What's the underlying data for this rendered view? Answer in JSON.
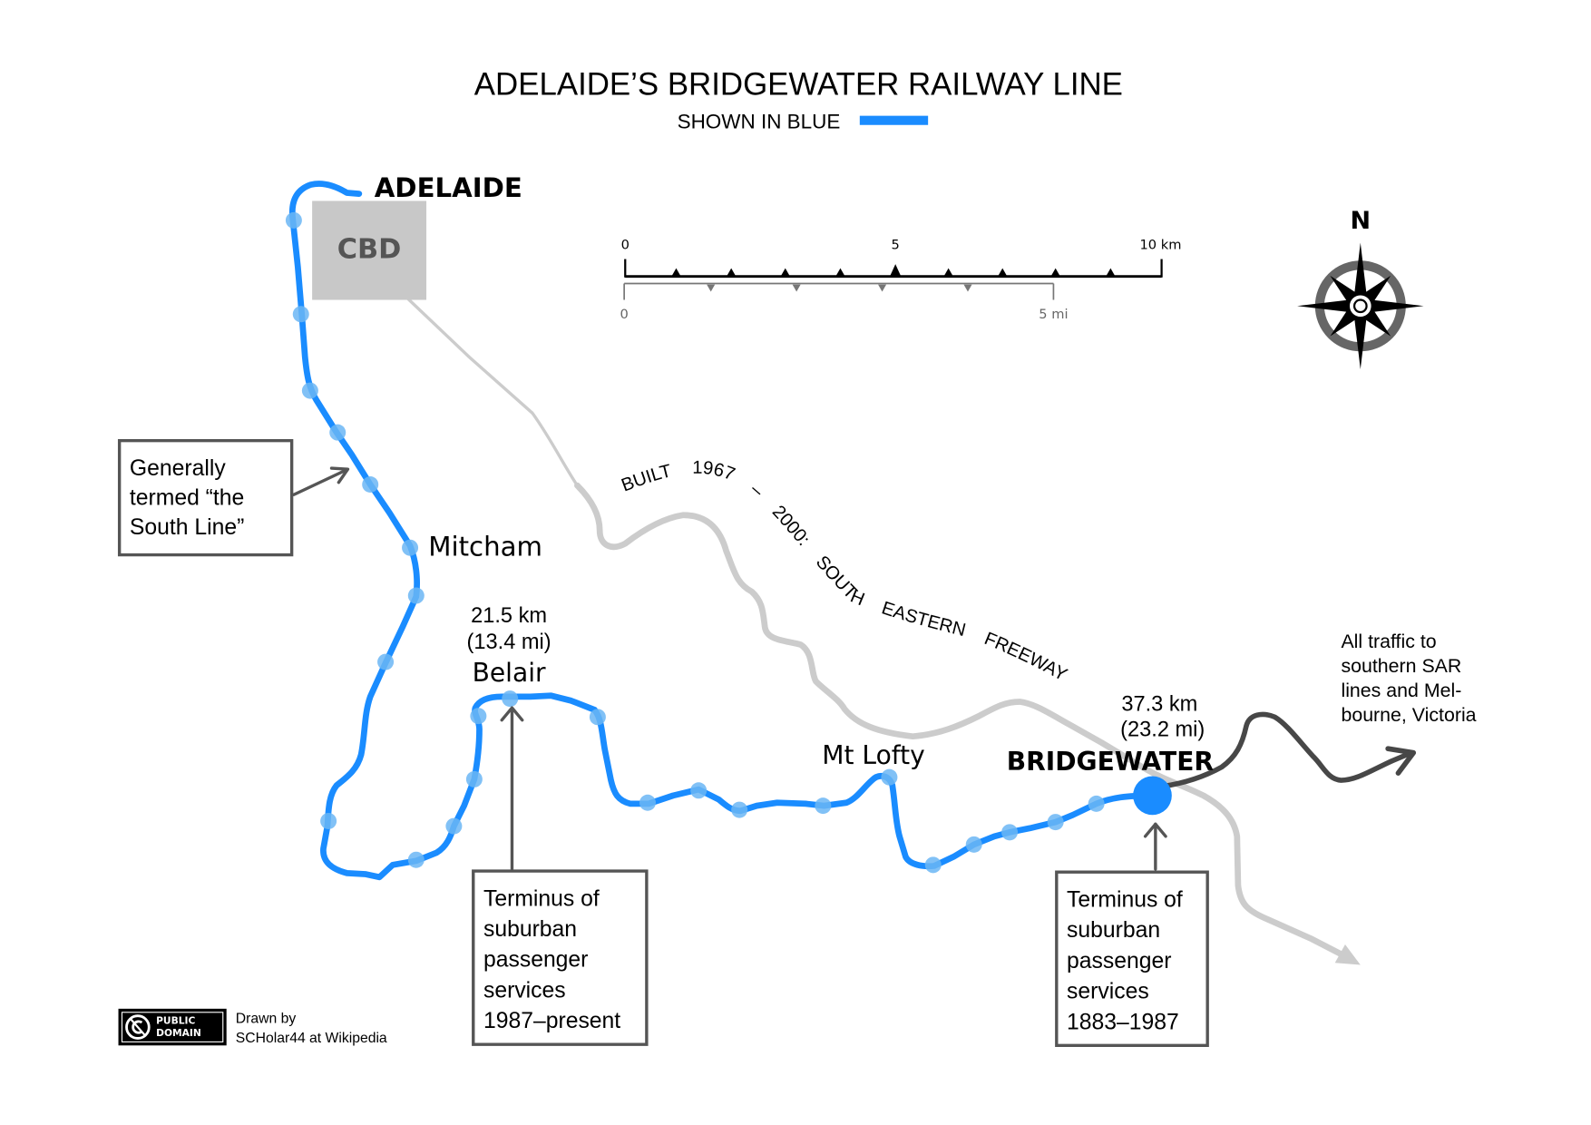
{
  "title": "ADELAIDE’S BRIDGEWATER RAILWAY LINE",
  "legend": {
    "label": "SHOWN IN BLUE"
  },
  "colors": {
    "railway": "#1a8cff",
    "freeway": "#cccccc",
    "onward_line": "#474747",
    "cbd_fill": "#c8c8c8",
    "box_stroke": "#555555"
  },
  "places": {
    "adelaide": "ADELAIDE",
    "cbd": "CBD",
    "mitcham": "Mitcham",
    "belair": "Belair",
    "mt_lofty": "Mt Lofty",
    "bridgewater": "BRIDGEWATER"
  },
  "distances": {
    "belair": {
      "km": "21.5 km",
      "mi": "(13.4 mi)"
    },
    "bridgewater": {
      "km": "37.3 km",
      "mi": "(23.2 mi)"
    }
  },
  "freeway_label": "BUILT 1967 – 2000: SOUTH EASTERN FREEWAY",
  "callouts": {
    "south_line": [
      "Generally",
      "termed “the",
      "South Line”"
    ],
    "belair_terminus": [
      "Terminus of",
      "suburban",
      "passenger",
      "services",
      "1987–present"
    ],
    "bridgewater_terminus": [
      "Terminus of",
      "suburban",
      "passenger",
      "services",
      "1883–1987"
    ]
  },
  "onward_note": [
    "All traffic to",
    "southern SAR",
    "lines and Mel-",
    "bourne, Victoria"
  ],
  "scale_bar": {
    "km_labels": [
      "0",
      "5",
      "10 km"
    ],
    "mi_labels": [
      "0",
      "5 mi"
    ]
  },
  "compass": {
    "north_label": "N",
    "icon": "compass-rose-icon"
  },
  "credit": {
    "badge": [
      "PUBLIC",
      "DOMAIN"
    ],
    "badge_icon": "public-domain-icon",
    "lines": [
      "Drawn by",
      "SCHolar44 at Wikipedia"
    ]
  }
}
